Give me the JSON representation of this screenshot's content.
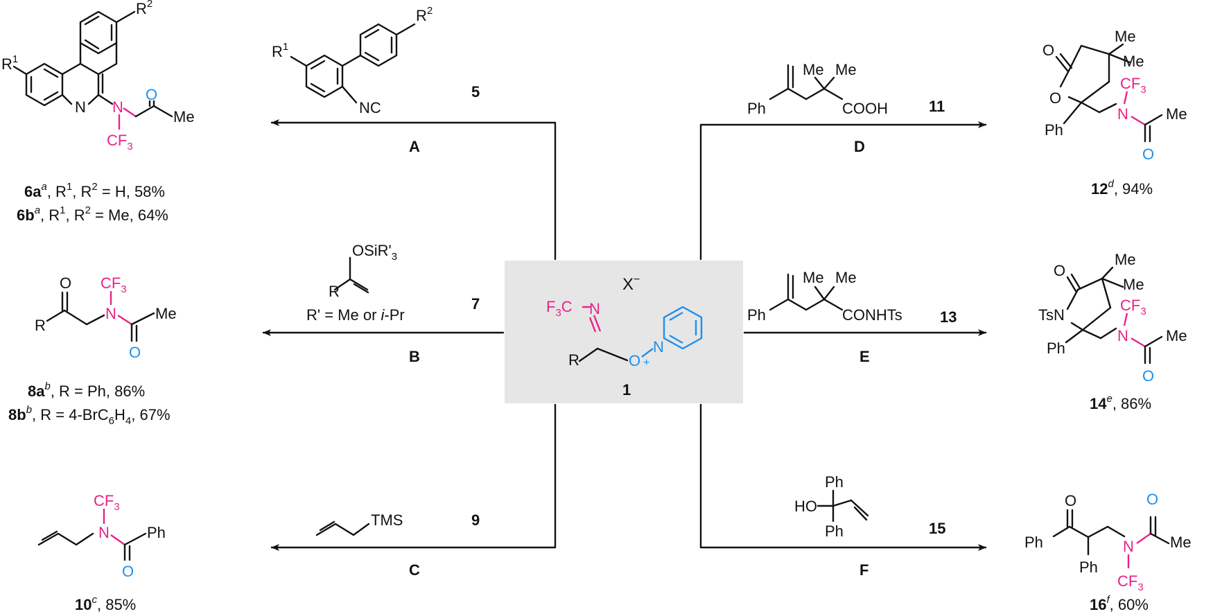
{
  "center": {
    "anion": "X",
    "anion_charge": "−",
    "label": "1",
    "atom_cf3": "F",
    "atom_cf3_sub": "3",
    "atom_c": "C",
    "atom_n": "N",
    "atom_o": "O",
    "atom_npyr": "N",
    "plus": "+",
    "r_group": "R"
  },
  "arrows": {
    "A": {
      "letter": "A",
      "reagent_num": "5",
      "r1": "R",
      "r1_sup": "1",
      "r2": "R",
      "r2_sup": "2",
      "nc": "NC"
    },
    "B": {
      "letter": "B",
      "reagent_num": "7",
      "osir": "OSiR'",
      "osir_sub": "3",
      "r": "R",
      "note_pre": "R' = Me or ",
      "note_it": "i",
      "note_post": "-Pr"
    },
    "C": {
      "letter": "C",
      "reagent_num": "9",
      "tms": "TMS"
    },
    "D": {
      "letter": "D",
      "reagent_num": "11",
      "me1": "Me",
      "me2": "Me",
      "ph": "Ph",
      "cooh": "COOH"
    },
    "E": {
      "letter": "E",
      "reagent_num": "13",
      "me1": "Me",
      "me2": "Me",
      "ph": "Ph",
      "conhts": "CONHTs"
    },
    "F": {
      "letter": "F",
      "reagent_num": "15",
      "ph1": "Ph",
      "ho": "HO",
      "ph2": "Ph"
    }
  },
  "products": {
    "p6": {
      "r1": "R",
      "r1_sup": "1",
      "r2": "R",
      "r2_sup": "2",
      "n": "N",
      "o": "O",
      "me": "Me",
      "cf3": "CF",
      "cf3_sub": "3",
      "nring": "N",
      "line1": {
        "num": "6a",
        "sup": "a",
        "text_a": ", R",
        "s1": "1",
        "text_b": ", R",
        "s2": "2",
        "text_c": " = H, 58%"
      },
      "line2": {
        "num": "6b",
        "sup": "a",
        "text_a": ", R",
        "s1": "1",
        "text_b": ", R",
        "s2": "2",
        "text_c": " = Me, 64%"
      }
    },
    "p8": {
      "o1": "O",
      "r": "R",
      "n": "N",
      "cf3": "CF",
      "cf3_sub": "3",
      "o2": "O",
      "me": "Me",
      "line1": {
        "num": "8a",
        "sup": "b",
        "text": ", R = Ph, 86%"
      },
      "line2": {
        "num": "8b",
        "sup": "b",
        "text_a": ", R = 4-BrC",
        "s1": "6",
        "text_b": "H",
        "s2": "4",
        "text_c": ", 67%"
      }
    },
    "p10": {
      "n": "N",
      "cf3": "CF",
      "cf3_sub": "3",
      "o": "O",
      "ph": "Ph",
      "num": "10",
      "sup": "c",
      "text": ", 85%"
    },
    "p12": {
      "o1": "O",
      "o2": "O",
      "me1": "Me",
      "me2": "Me",
      "ph": "Ph",
      "n": "N",
      "cf3": "CF",
      "cf3_sub": "3",
      "me3": "Me",
      "o3": "O",
      "num": "12",
      "sup": "d",
      "text": ", 94%"
    },
    "p14": {
      "o1": "O",
      "tsn": "TsN",
      "me1": "Me",
      "me2": "Me",
      "ph": "Ph",
      "n": "N",
      "cf3": "CF",
      "cf3_sub": "3",
      "me3": "Me",
      "o2": "O",
      "num": "14",
      "sup": "e",
      "text": ", 86%"
    },
    "p16": {
      "o1": "O",
      "ph1": "Ph",
      "ph2": "Ph",
      "n": "N",
      "cf3": "CF",
      "cf3_sub": "3",
      "o2": "O",
      "me": "Me",
      "num": "16",
      "sup": "f",
      "text": ", 60%"
    }
  },
  "colors": {
    "trifluoromethyl": "#e8228a",
    "oxygen_pyridinium": "#1f8fea",
    "center_box": "#e6e6e6",
    "ink": "#111111"
  }
}
